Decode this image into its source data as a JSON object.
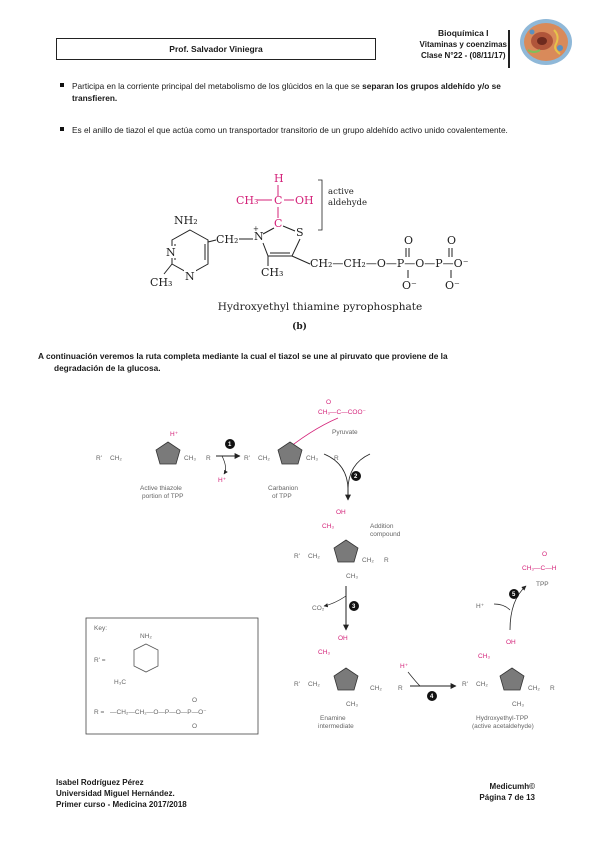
{
  "header": {
    "professor": "Prof. Salvador Viniegra",
    "subject": "Bioquímica I",
    "topic": "Vitaminas y coenzimas",
    "class_info": "Clase N°22 - (08/11/17)",
    "logo_icon": "cell-illustration-icon"
  },
  "bullets": [
    {
      "text_plain": "Participa en la corriente principal del metabolismo de los glúcidos en la que se ",
      "text_strong": "separan los grupos aldehído y/o se transfieren."
    },
    {
      "text_plain": "Es el anillo de tiazol el que actúa como un transportador transitorio de un grupo aldehído activo unido covalentemente."
    }
  ],
  "figure_b": {
    "labels": {
      "H": "H",
      "CH3": "CH₃",
      "C_top": "C",
      "OH": "OH",
      "active_aldehyde_1": "active",
      "active_aldehyde_2": "aldehyde",
      "NH2": "NH₂",
      "N1": "N",
      "N2": "N",
      "CH3_ring": "CH₃",
      "CH2_link": "CH₂",
      "N_plus": "N",
      "S": "S",
      "C2": "C",
      "CH3_thiazole": "CH₃",
      "chain": "CH₂—CH₂—O—P—O—P—O⁻",
      "O_top1": "O",
      "O_top2": "O",
      "O_bot1": "O⁻",
      "O_bot2": "O⁻",
      "plus": "+"
    },
    "title": "Hydroxyethyl thiamine pyrophosphate",
    "panel_label": "(b)"
  },
  "paragraph": {
    "line1": "A continuación veremos la ruta completa mediante la cual el tiazol se une al piruvato que proviene de la",
    "line2": "degradación de la glucosa."
  },
  "pathway": {
    "steps": [
      "1",
      "2",
      "3",
      "4",
      "5"
    ],
    "labels": {
      "pyruvate_formula": "CH₃—C—COO⁻",
      "pyruvate": "Pyruvate",
      "active_thiazole_1": "Active thiazole",
      "active_thiazole_2": "portion of TPP",
      "carbanion_1": "Carbanion",
      "carbanion_2": "of TPP",
      "addition_1": "Addition",
      "addition_2": "compound",
      "co2": "CO₂",
      "enamine_1": "Enamine",
      "enamine_2": "intermediate",
      "hydroxyethyl_1": "Hydroxyethyl-TPP",
      "hydroxyethyl_2": "(active acetaldehyde)",
      "acetaldehyde": "CH₃—C—H",
      "tpp": "TPP",
      "h_plus_1": "H⁺",
      "h_plus_2": "H⁺",
      "h_plus_3": "H⁺",
      "r_group": "R",
      "r_prime": "R'",
      "ch3_label": "CH₃",
      "ch2_label": "CH₂",
      "oh_label": "OH",
      "o_label": "O"
    },
    "key": {
      "title": "Key:",
      "r_prime_label": "R' =",
      "r_label": "R =",
      "nh2": "NH₂",
      "h3c": "H₃C",
      "chain": "—CH₂—CH₂—O—P—O—P—O⁻",
      "o": "O"
    }
  },
  "footer": {
    "author": "Isabel Rodríguez Pérez",
    "university": "Universidad Miguel Hernández.",
    "course": "Primer curso - Medicina 2017/2018",
    "brand": "Medicumh©",
    "page_prefix": "Página ",
    "page_num": "7",
    "page_mid": " de ",
    "page_total": "13"
  },
  "colors": {
    "magenta": "#d4237a",
    "ring_fill": "#7a7a7a",
    "text": "#1a1a1a"
  }
}
